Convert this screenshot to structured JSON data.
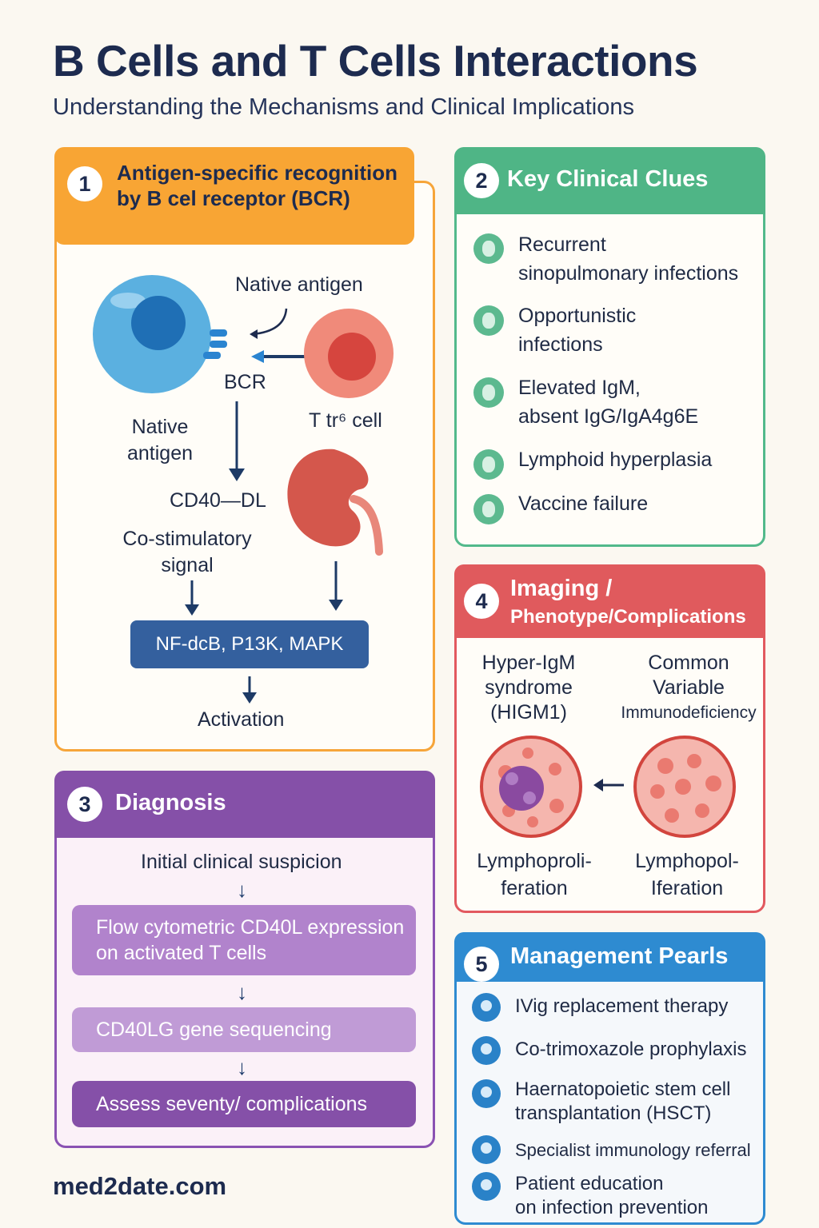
{
  "title": "B Cells and T Cells Interactions",
  "subtitle": "Understanding the Mechanisms and Clinical Implications",
  "footer": "med2date.com",
  "colors": {
    "orange": "#f8a534",
    "green": "#4fb586",
    "purple": "#8550a8",
    "red": "#e05a5d",
    "blue": "#2e8bd1"
  },
  "panel1": {
    "num": "1",
    "title": "Antigen-specific recognition by B cel receptor (BCR)",
    "native_antigen_top": "Native antigen",
    "bcr": "BCR",
    "native_antigen_left": "Native antigen",
    "t_cell": "T tr⁶ cell",
    "cd40": "CD40—DL",
    "costim": "Co-stimulatory signal",
    "pathway": "NF-dcB, P13K, MAPK",
    "activation": "Activation"
  },
  "panel2": {
    "num": "2",
    "title": "Key Clinical Clues",
    "items": [
      {
        "line1": "Recurrent",
        "line2": "sinopulmonary infections",
        "icon": "lungs-icon"
      },
      {
        "line1": "Opportunistic",
        "line2": "infections",
        "icon": "microbe-icon"
      },
      {
        "line1": "Elevated IgM,",
        "line2": "absent IgG/IgA4g6E",
        "icon": "antibody-icon"
      },
      {
        "line1": "Lymphoid hyperplasia",
        "line2": "",
        "icon": "lymph-node-icon"
      },
      {
        "line1": "Vaccine failure",
        "line2": "",
        "icon": "vaccine-icon"
      }
    ]
  },
  "panel4": {
    "num": "4",
    "title_line1": "Imaging /",
    "title_line2": "Phenotype/Complications",
    "left_label": [
      "Hyper-IgM",
      "syndrome",
      "(HIGM1)"
    ],
    "right_label": [
      "Common",
      "Variable",
      "Immunodeficiency"
    ],
    "left_caption": [
      "Lymphoproli-",
      "feration"
    ],
    "right_caption": [
      "Lymphopol-",
      "Iferation"
    ]
  },
  "panel3": {
    "num": "3",
    "title": "Diagnosis",
    "start": "Initial clinical suspicion",
    "steps": [
      {
        "text": "Flow cytometric CD40L expression on activated T cells"
      },
      {
        "text": "CD40LG gene sequencing"
      },
      {
        "text": "Assess seventy/ complications"
      }
    ]
  },
  "panel5": {
    "num": "5",
    "title": "Management Pearls",
    "items": [
      {
        "line1": "IVig replacement therapy",
        "line2": "",
        "icon": "iv-drip-icon"
      },
      {
        "line1": "Co-trimoxazole prophylaxis",
        "line2": "",
        "icon": "pill-icon"
      },
      {
        "line1": "Haernatopoietic stem cell",
        "line2": "transplantation (HSCT)",
        "icon": "stem-cell-icon"
      },
      {
        "line1": "Specialist immunology referral",
        "line2": "",
        "icon": "doctor-icon"
      },
      {
        "line1": "Patient education",
        "line2": "on infection prevention",
        "icon": "phone-icon"
      }
    ]
  }
}
